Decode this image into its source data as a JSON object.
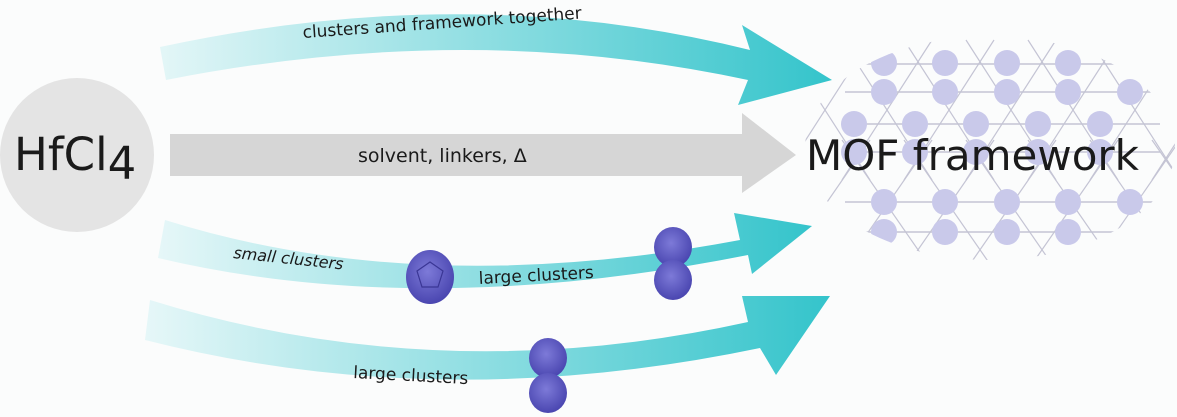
{
  "source": {
    "label": "HfCl",
    "subscript": "4"
  },
  "target": {
    "label": "MOF framework"
  },
  "pathways": [
    {
      "id": "top",
      "label": "clusters and framework together"
    },
    {
      "id": "middle",
      "label": "solvent, linkers, Δ"
    },
    {
      "id": "lower",
      "label_before": "small clusters",
      "label_after": "large clusters"
    },
    {
      "id": "bottom",
      "label": "large clusters"
    }
  ],
  "colors": {
    "teal": "#36c6cc",
    "teal_light": "#d8f3f4",
    "gray_arrow": "#d6d6d6",
    "source_circle": "#e4e4e4",
    "cluster": "#5b57c4",
    "mof_node": "#c9c9ea"
  }
}
